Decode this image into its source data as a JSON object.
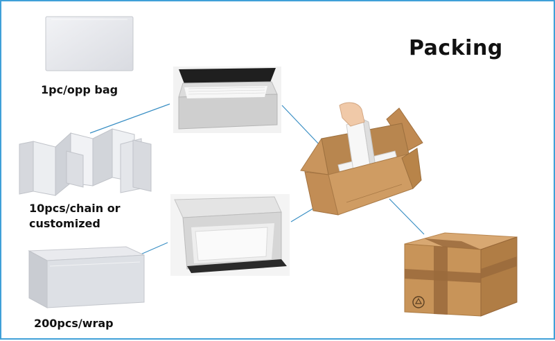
{
  "title": "Packing",
  "captions": {
    "opp_bag": "1pc/opp bag",
    "chain_line1": "10pcs/chain or",
    "chain_line2": "customized",
    "wrap": "200pcs/wrap"
  },
  "colors": {
    "border": "#3fa0d8",
    "connector": "#3a8fc4",
    "cardboard": "#c8955e",
    "tape": "#9a6a3c"
  },
  "icons": {
    "recycle": "recycle-icon"
  }
}
